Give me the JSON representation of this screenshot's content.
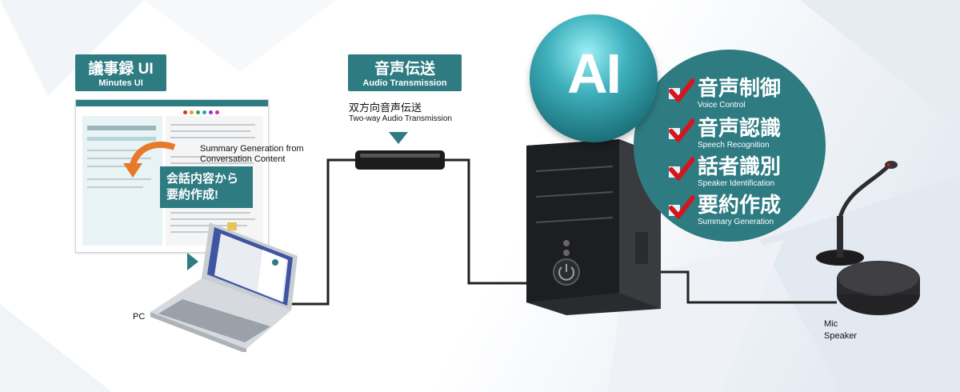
{
  "minutes_ui": {
    "title_jp": "議事録 UI",
    "title_en": "Minutes UI"
  },
  "audio_transmission": {
    "title_jp": "音声伝送",
    "title_en": "Audio Transmission"
  },
  "two_way": {
    "jp": "双方向音声伝送",
    "en": "Two-way Audio Transmission"
  },
  "summary_generation": {
    "en_line1": "Summary Generation from",
    "en_line2": "Conversation Content",
    "jp_line1": "会話内容から",
    "jp_line2": "要約作成!"
  },
  "ai": {
    "label": "AI",
    "features": [
      {
        "jp": "音声制御",
        "en": "Voice Control"
      },
      {
        "jp": "音声認識",
        "en": "Speech Recognition"
      },
      {
        "jp": "話者識別",
        "en": "Speaker Identification"
      },
      {
        "jp": "要約作成",
        "en": "Summary Generation"
      }
    ]
  },
  "devices": {
    "pc": "PC",
    "mic_line1": "Mic",
    "mic_line2": "Speaker"
  },
  "colors": {
    "teal": "#2e7b82",
    "check_red": "#d7141e",
    "arrow_orange": "#e77a2a",
    "cable": "#222222"
  },
  "icons": [
    "check-icon",
    "curved-arrow-icon",
    "triangle-pointer-icon",
    "power-icon"
  ]
}
